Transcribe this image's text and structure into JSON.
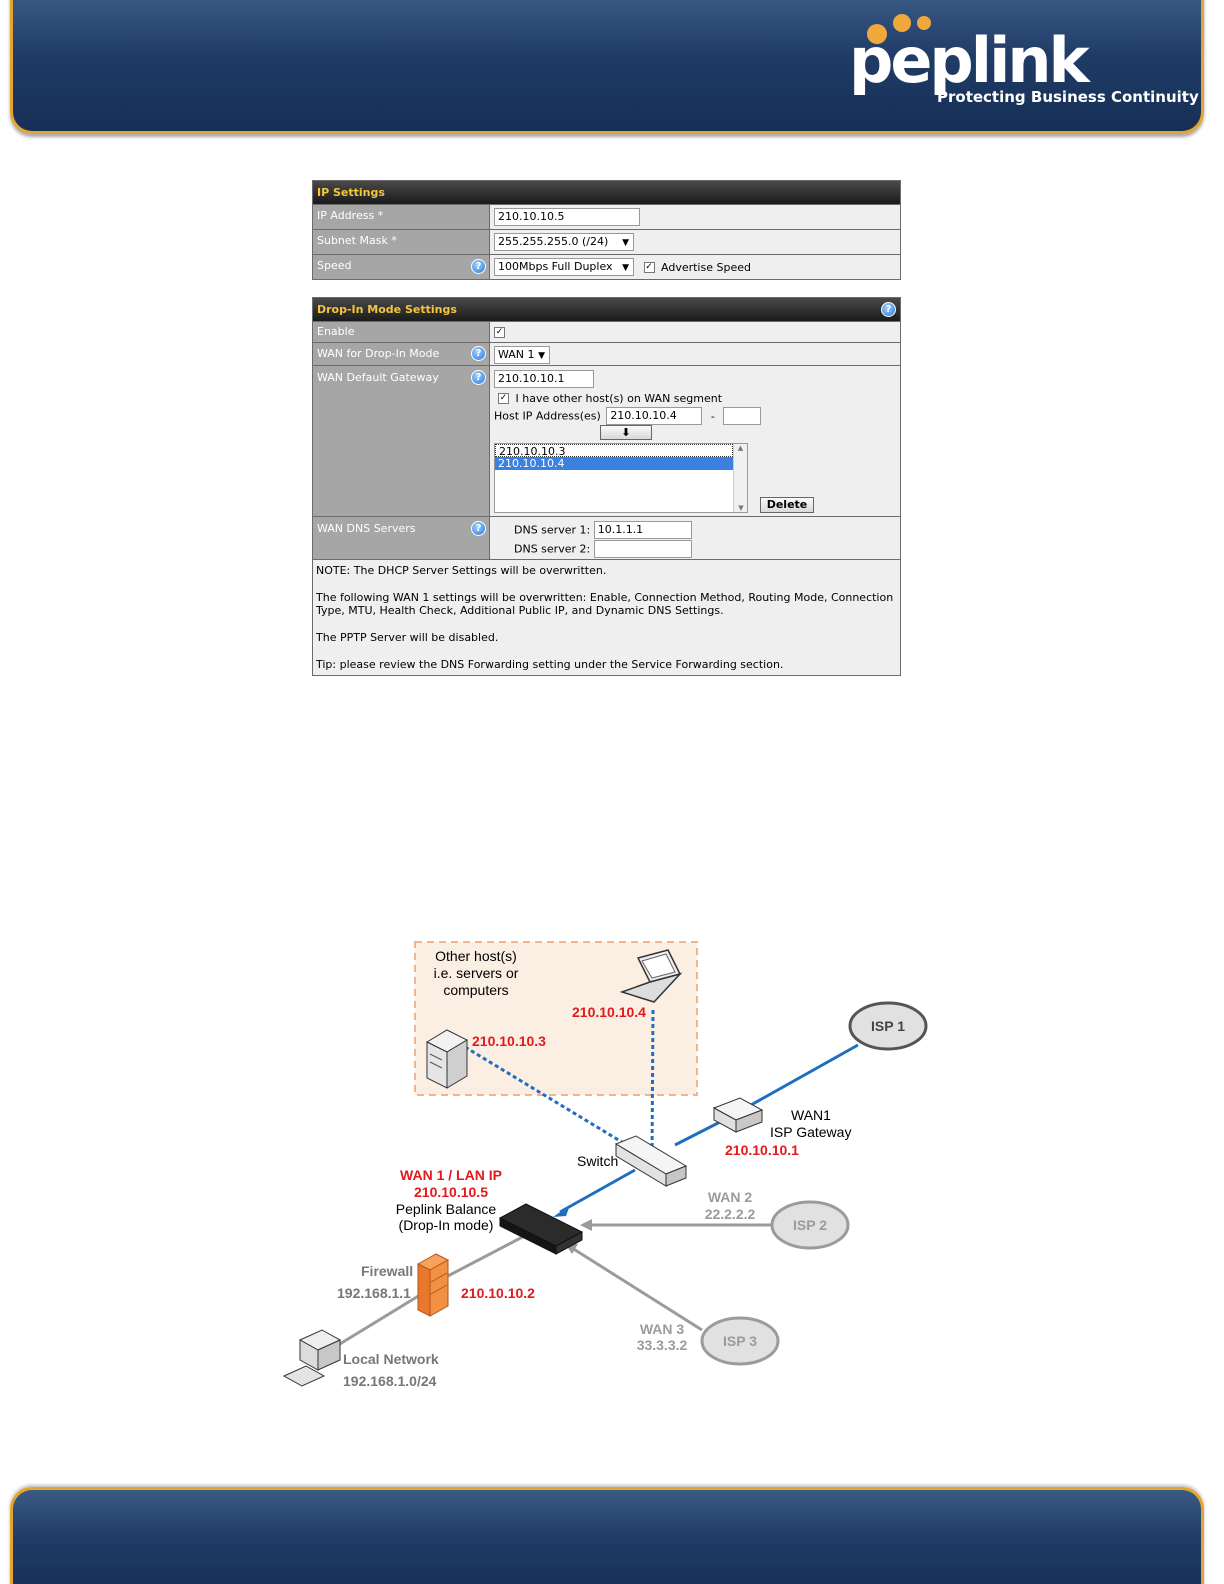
{
  "header": {
    "logo_word": "peplink",
    "tagline": "Protecting Business Continuity"
  },
  "ip_settings": {
    "title": "IP Settings",
    "ip_label": "IP Address *",
    "ip_value": "210.10.10.5",
    "mask_label": "Subnet Mask *",
    "mask_value": "255.255.255.0 (/24)",
    "speed_label": "Speed",
    "speed_value": "100Mbps Full Duplex",
    "advertise_label": "Advertise Speed"
  },
  "dropin": {
    "title": "Drop-In Mode Settings",
    "enable_label": "Enable",
    "wan_label": "WAN for Drop-In Mode",
    "wan_value": "WAN 1",
    "gateway_label": "WAN Default Gateway",
    "gateway_value": "210.10.10.1",
    "other_hosts_label": "I have other host(s) on WAN segment",
    "host_ip_label": "Host IP Address(es)",
    "host_ip_value": "210.10.10.4",
    "dash": "-",
    "host_list": [
      "210.10.10.3",
      "210.10.10.4"
    ],
    "delete_label": "Delete",
    "dns_label": "WAN DNS Servers",
    "dns1_label": "DNS server 1:",
    "dns1_value": "10.1.1.1",
    "dns2_label": "DNS server 2:",
    "notes": [
      "NOTE: The DHCP Server Settings will be overwritten.",
      "The following WAN 1 settings will be overwritten: Enable, Connection Method, Routing Mode, Connection Type, MTU, Health Check, Additional Public IP, and Dynamic DNS Settings.",
      "The PPTP Server will be disabled.",
      "Tip: please review the DNS Forwarding setting under the Service Forwarding section."
    ]
  },
  "diagram": {
    "other_hosts": [
      "Other host(s)",
      "i.e. servers or",
      "computers"
    ],
    "laptop_ip": "210.10.10.4",
    "server_ip": "210.10.10.3",
    "isp1": "ISP 1",
    "isp2": "ISP 2",
    "isp3": "ISP 3",
    "wan1_gateway": [
      "WAN1",
      "ISP Gateway"
    ],
    "wan1_gateway_ip": "210.10.10.1",
    "switch": "Switch",
    "balance_red": [
      "WAN 1 / LAN IP",
      "210.10.10.5"
    ],
    "balance_name": [
      "Peplink Balance",
      "(Drop-In mode)"
    ],
    "wan2": [
      "WAN 2",
      "22.2.2.2"
    ],
    "wan3": [
      "WAN 3",
      "33.3.3.2"
    ],
    "firewall": "Firewall",
    "firewall_lan_ip": "192.168.1.1",
    "firewall_wan_ip": "210.10.10.2",
    "local_network": [
      "Local Network",
      "192.168.1.0/24"
    ]
  },
  "colors": {
    "header_blue": "#1f3c67",
    "header_border": "#e3a52b",
    "logo_dots": "#f0a83a",
    "panel_title_text": "#f5c53a",
    "diagram_red": "#e3191b",
    "diagram_blue": "#1f6fc0"
  }
}
